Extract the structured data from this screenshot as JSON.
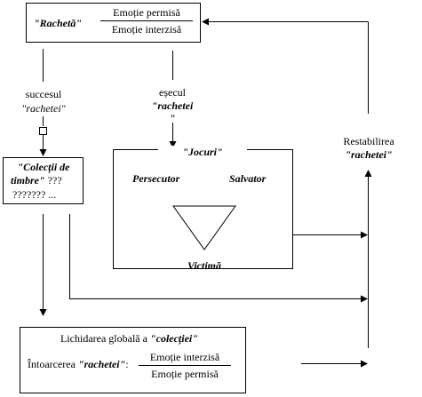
{
  "racket_box": {
    "label": "\"Rachetă\"",
    "numerator": "Emoție permisă",
    "denominator": "Emoție interzisă"
  },
  "success_label": {
    "line1": "succesul",
    "line2": "\"rachetei\""
  },
  "failure_label": {
    "line1": "eșecul",
    "line2": "\"rachetei",
    "line3": "\""
  },
  "collections_box": {
    "line1": "\"Colecții de",
    "line2_bold": "timbre\"",
    "line2_rest": " ???",
    "line3": "??????? ..."
  },
  "games_box": {
    "title": "\"Jocuri\"",
    "persecutor": "Persecutor",
    "rescuer": "Salvator",
    "victim": "Victimă"
  },
  "restore_label": {
    "line1": "Restabilirea",
    "line2": "\"rachetei\""
  },
  "liquidation_box": {
    "line1_plain": "Lichidarea globală a ",
    "line1_bold": "\"colecției\"",
    "line2_plain": "Întoarcerea ",
    "line2_bold": "\"rachetei\"",
    "line2_colon": ":",
    "numerator": "Emoție interzisă",
    "denominator": "Emoție permisă"
  }
}
